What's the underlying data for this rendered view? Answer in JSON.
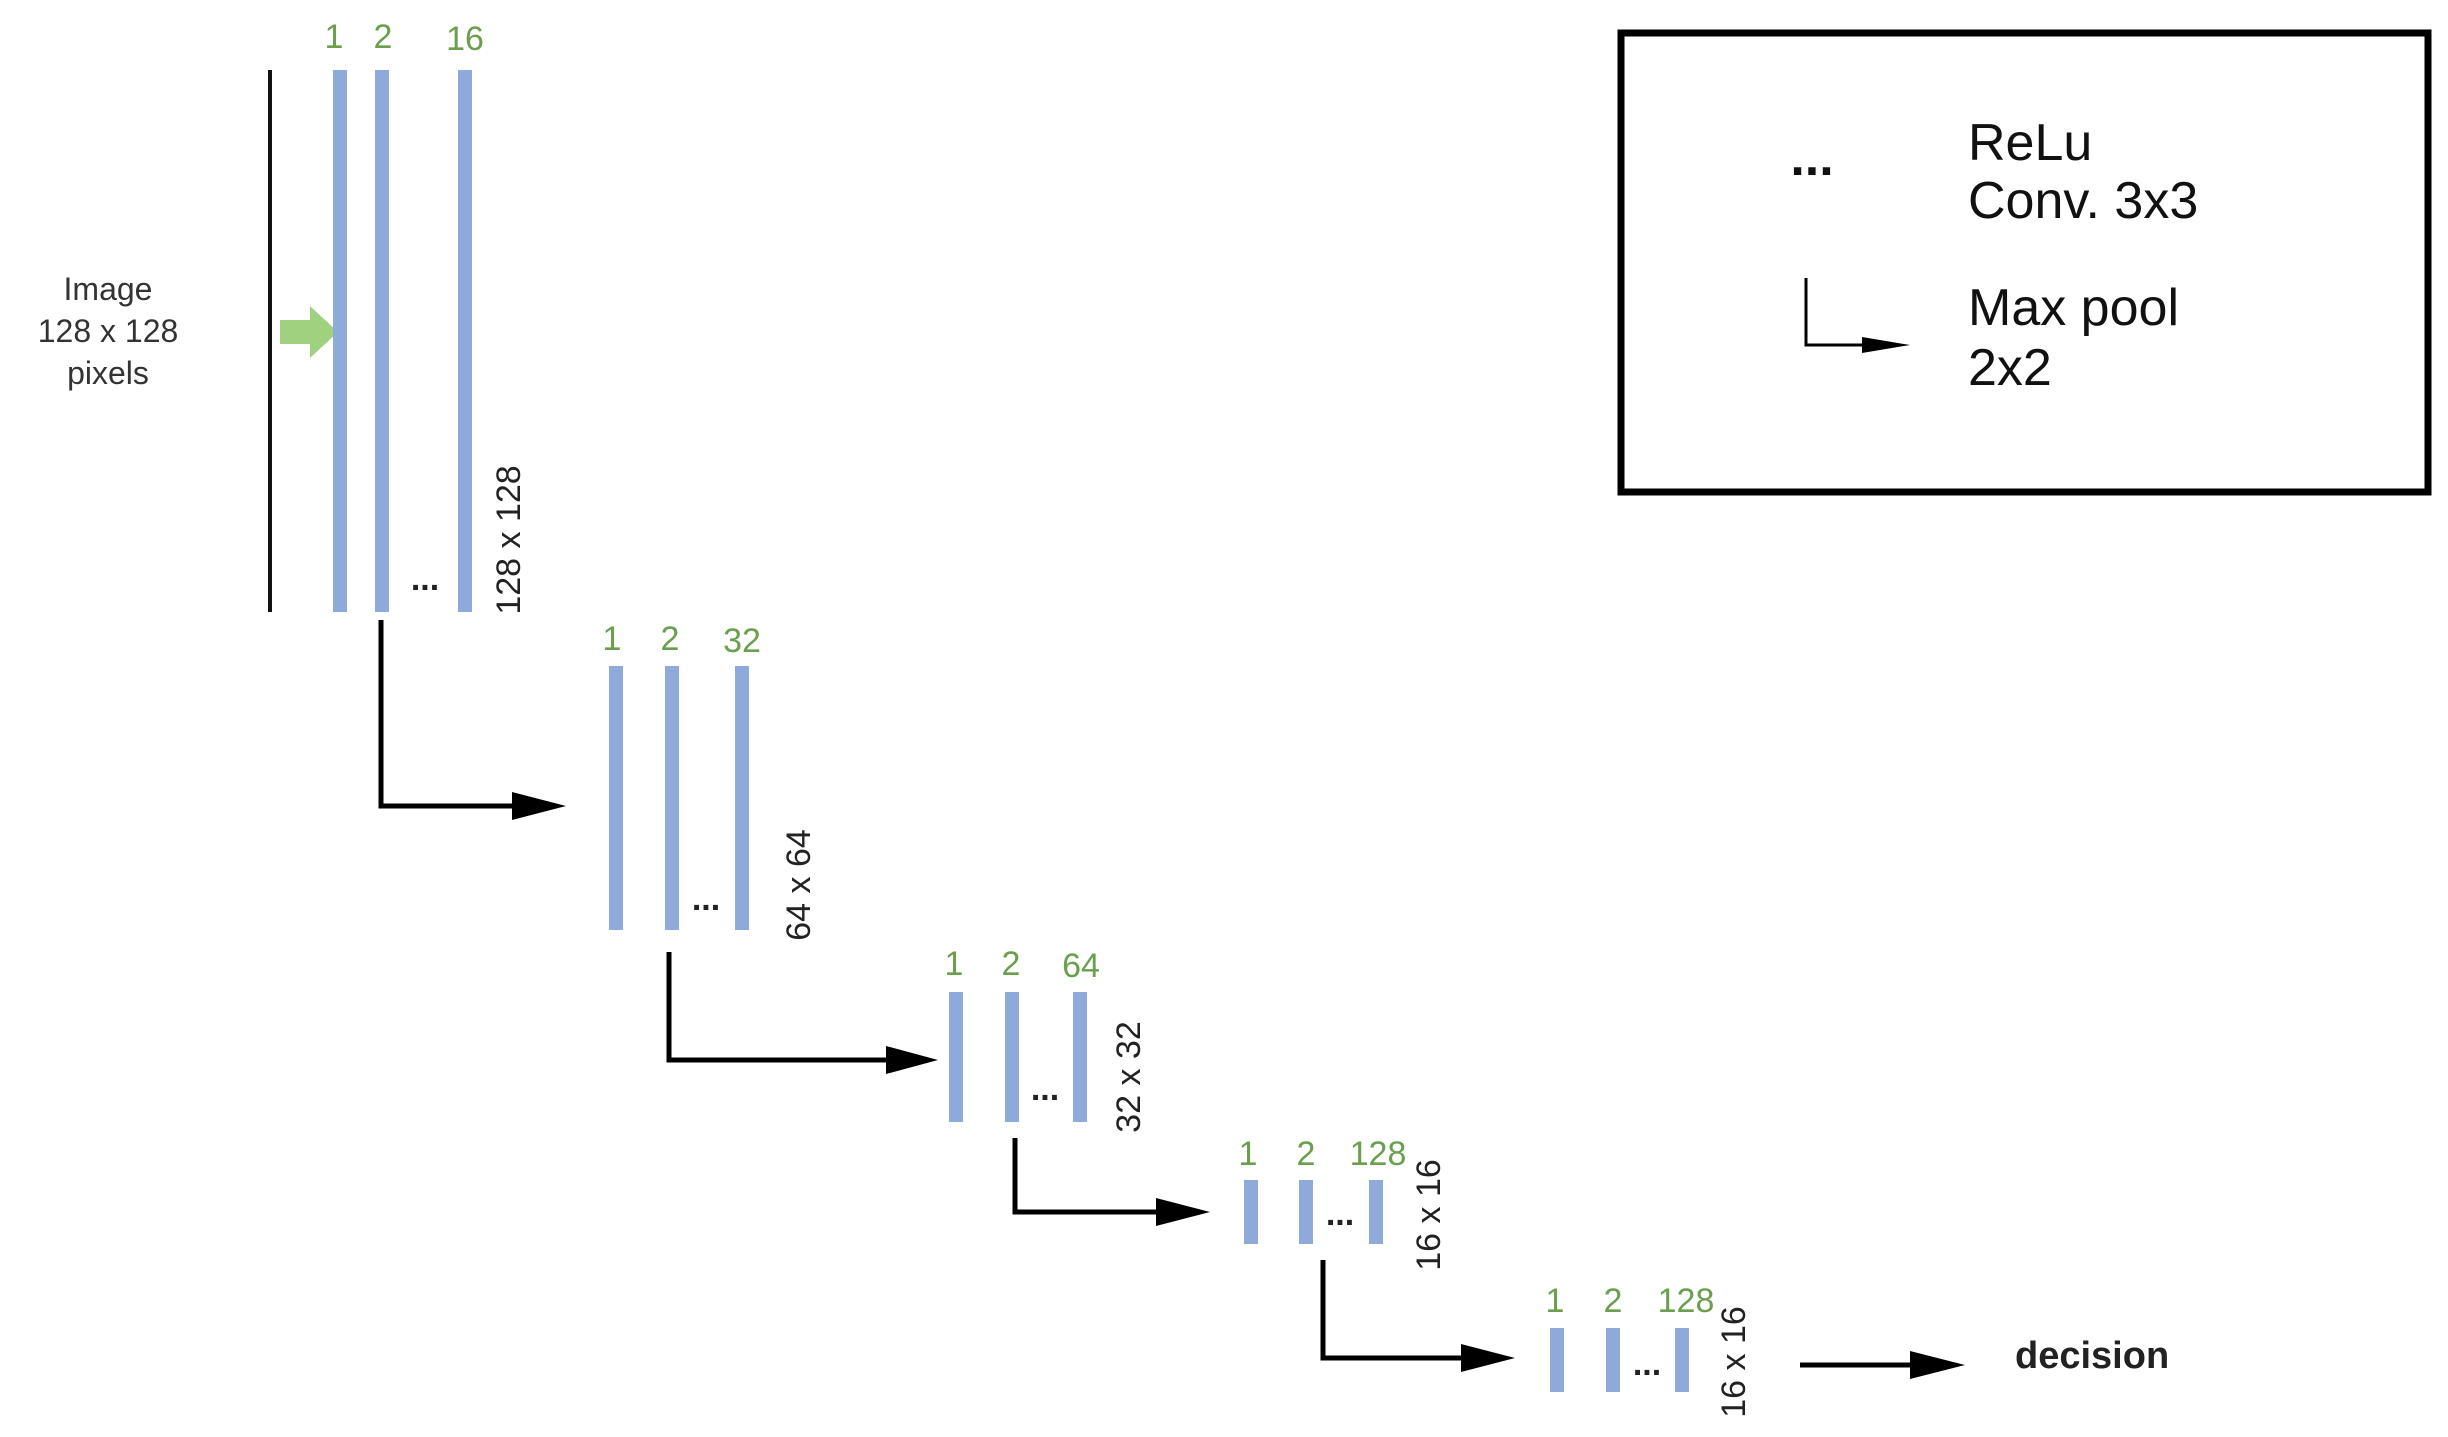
{
  "input": {
    "label_lines": [
      "Image",
      "128 x 128",
      "pixels"
    ]
  },
  "stages": [
    {
      "channel_labels": [
        "1",
        "2",
        "16"
      ],
      "ellipsis": "...",
      "size_label": "128 x 128"
    },
    {
      "channel_labels": [
        "1",
        "2",
        "32"
      ],
      "ellipsis": "...",
      "size_label": "64 x 64"
    },
    {
      "channel_labels": [
        "1",
        "2",
        "64"
      ],
      "ellipsis": "...",
      "size_label": "32 x 32"
    },
    {
      "channel_labels": [
        "1",
        "2",
        "128"
      ],
      "ellipsis": "...",
      "size_label": "16 x 16"
    },
    {
      "channel_labels": [
        "1",
        "2",
        "128"
      ],
      "ellipsis": "...",
      "size_label": "16 x 16"
    }
  ],
  "legend": {
    "conv_symbol": "...",
    "conv_lines": [
      "ReLu",
      "Conv. 3x3"
    ],
    "pool_lines": [
      "Max pool",
      "2x2"
    ]
  },
  "output": {
    "label": "decision"
  },
  "colors": {
    "bar": "#8eaadb",
    "channel_number": "#6a9f4e",
    "input_arrow": "#9fd17f"
  }
}
